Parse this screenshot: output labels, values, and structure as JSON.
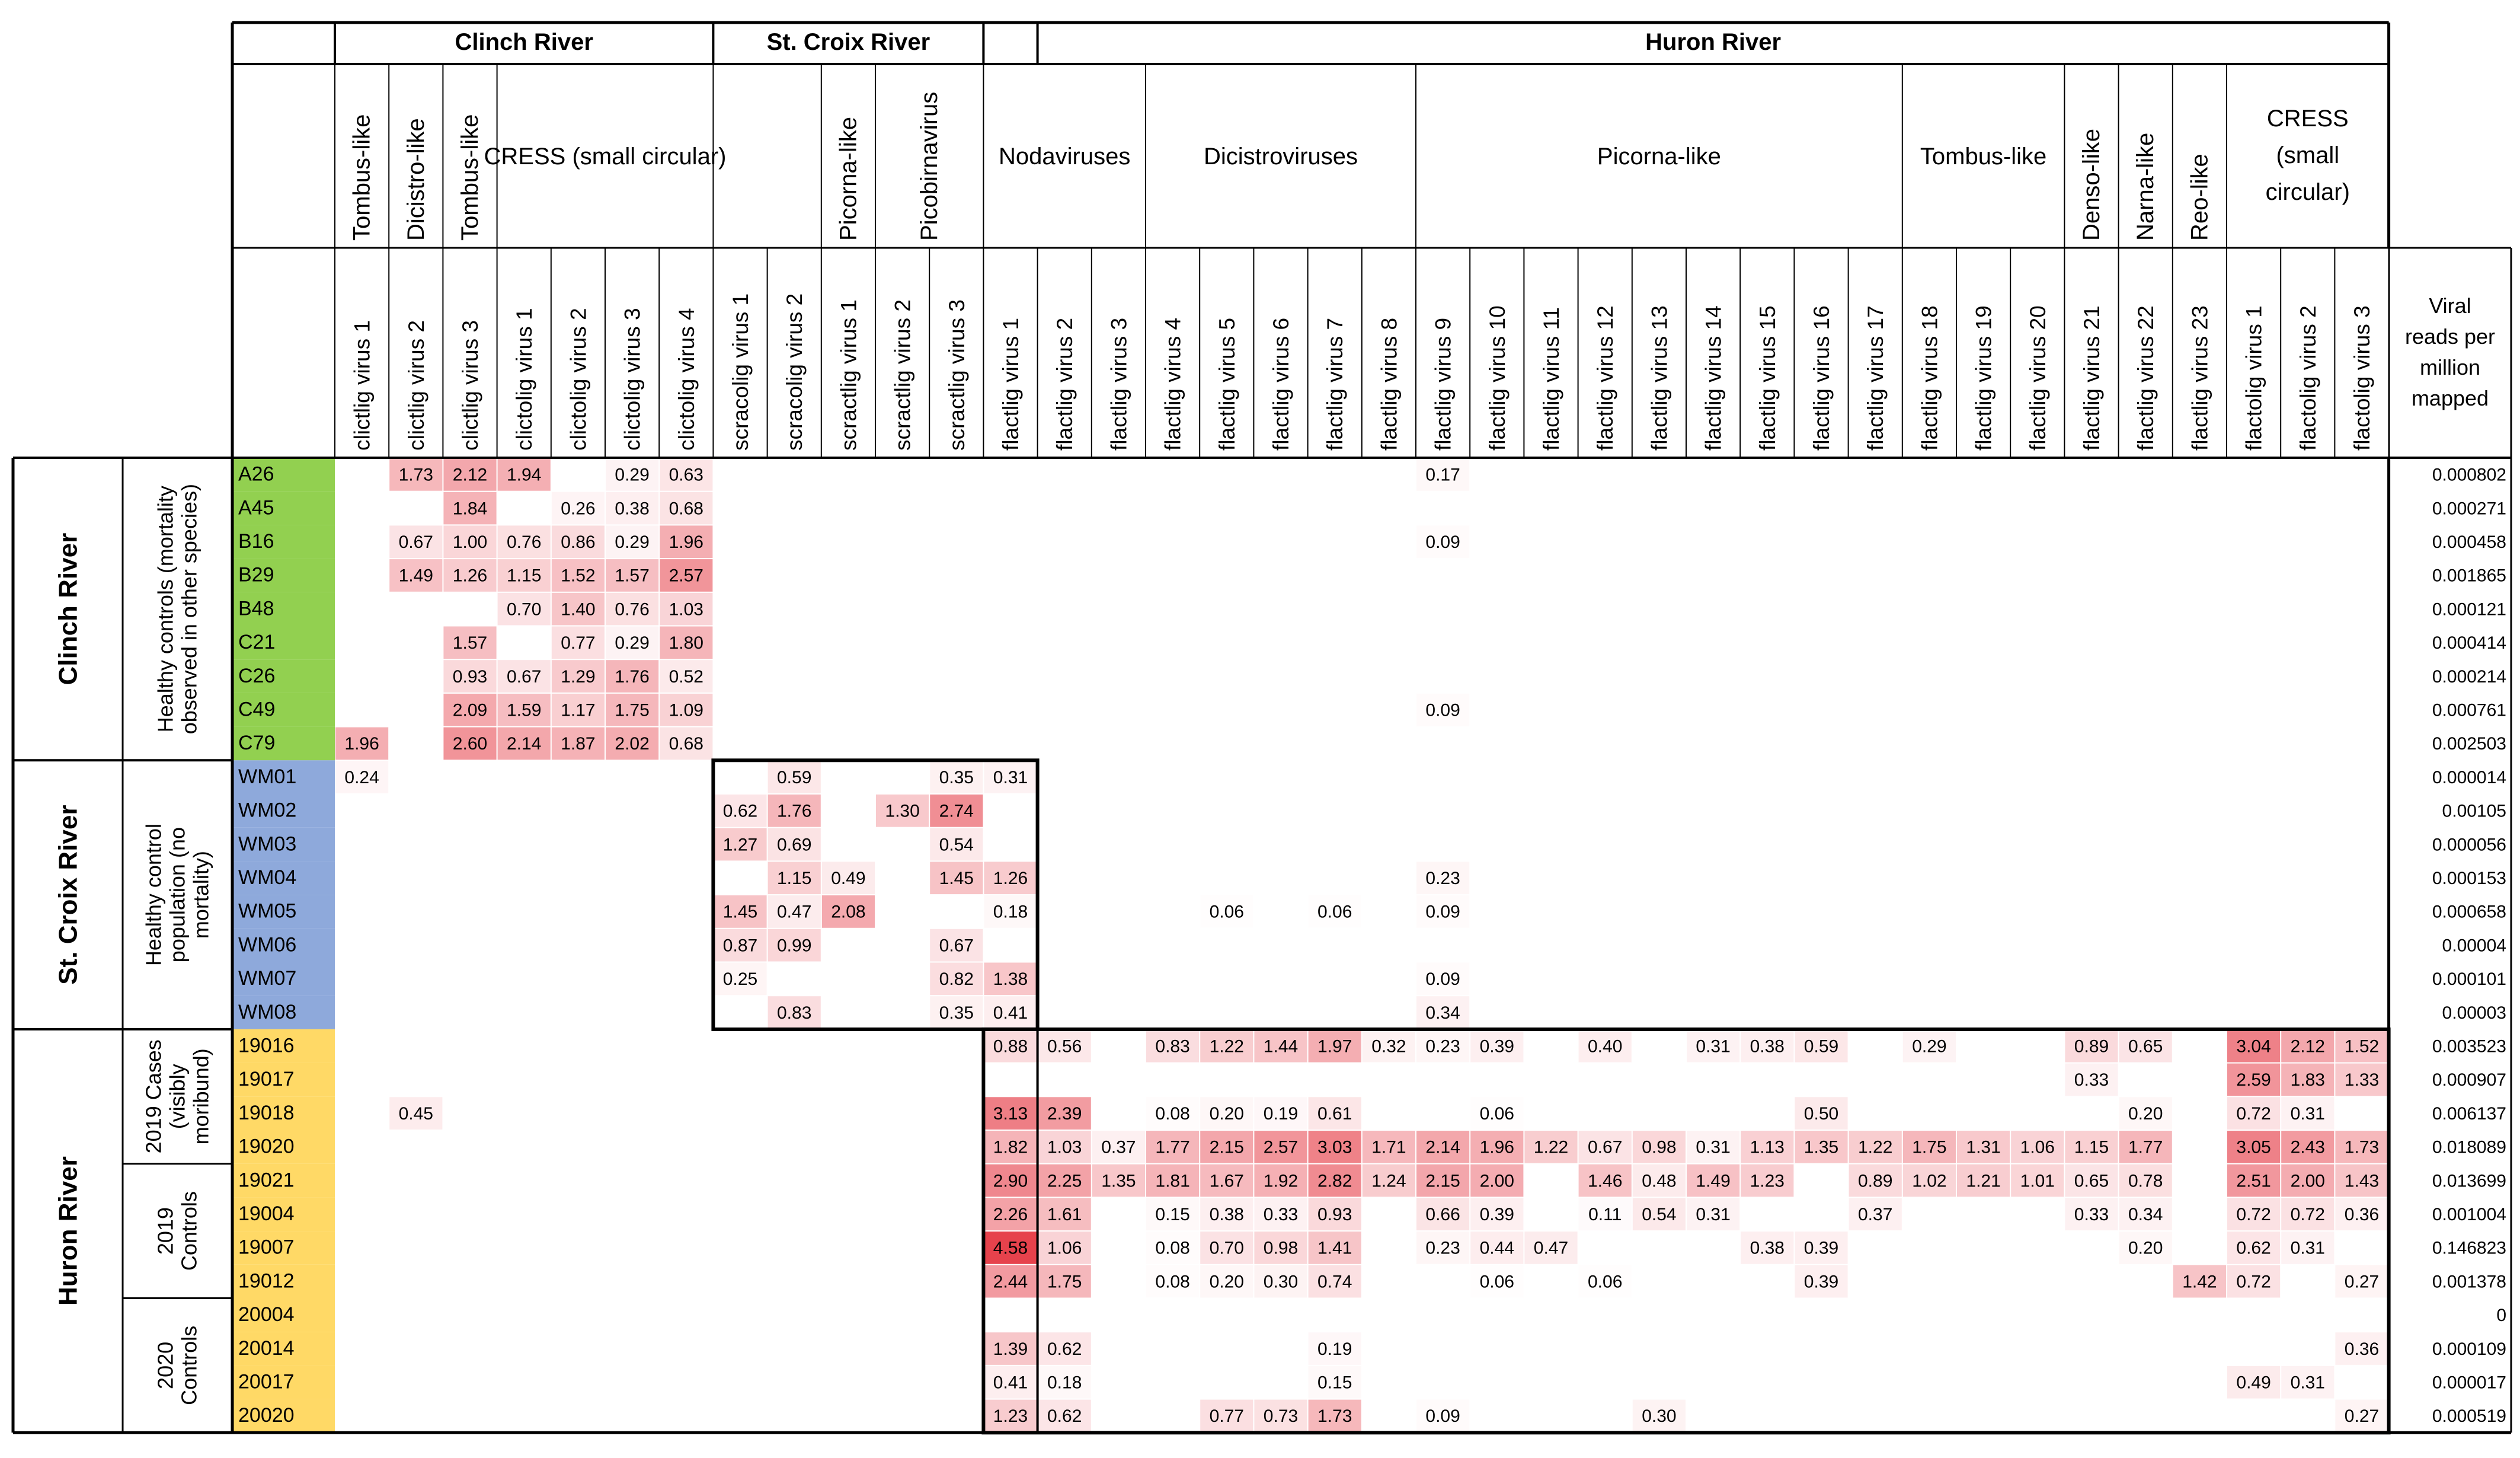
{
  "chart_data": {
    "type": "heatmap",
    "header_top": [
      {
        "label": "Clinch River",
        "c0": 0,
        "c1": 7
      },
      {
        "label": "St. Croix River",
        "c0": 7,
        "c1": 12
      },
      {
        "label": "",
        "c0": 12,
        "c1": 13
      },
      {
        "label": "Huron River",
        "c0": 13,
        "c1": 38
      }
    ],
    "header_groups": [
      {
        "label": "Tombus-like",
        "c0": 0,
        "c1": 1,
        "vertical": true
      },
      {
        "label": "Dicistro-like",
        "c0": 1,
        "c1": 2,
        "vertical": true
      },
      {
        "label": "Tombus-like",
        "c0": 2,
        "c1": 3,
        "vertical": true
      },
      {
        "label": "CRESS (small circular)",
        "c0": 3,
        "c1": 7,
        "vertical": false
      },
      {
        "label": "",
        "c0": 7,
        "c1": 9,
        "vertical": false
      },
      {
        "label": "Picorna-like",
        "c0": 9,
        "c1": 10,
        "vertical": true
      },
      {
        "label": "Picobirnavirus",
        "c0": 10,
        "c1": 12,
        "vertical": true
      },
      {
        "label": "Nodaviruses",
        "c0": 12,
        "c1": 15,
        "vertical": false
      },
      {
        "label": "Dicistroviruses",
        "c0": 15,
        "c1": 20,
        "vertical": false
      },
      {
        "label": "Picorna-like",
        "c0": 20,
        "c1": 29,
        "vertical": false
      },
      {
        "label": "Tombus-like",
        "c0": 29,
        "c1": 32,
        "vertical": false
      },
      {
        "label": "Denso-like",
        "c0": 32,
        "c1": 33,
        "vertical": true
      },
      {
        "label": "Narna-like",
        "c0": 33,
        "c1": 34,
        "vertical": true
      },
      {
        "label": "Reo-like",
        "c0": 34,
        "c1": 35,
        "vertical": true
      },
      {
        "label": "CRESS (small circular)",
        "c0": 35,
        "c1": 38,
        "vertical": false,
        "wrap": [
          "CRESS",
          "(small",
          "circular)"
        ]
      }
    ],
    "columns": [
      "clictlig virus 1",
      "clictlig virus 2",
      "clictlig virus 3",
      "clictolig virus 1",
      "clictolig virus 2",
      "clictolig virus 3",
      "clictolig virus 4",
      "scracolig virus 1",
      "scracolig virus 2",
      "scractlig virus 1",
      "scractlig virus 2",
      "scractlig virus 3",
      "flactlig virus 1",
      "flactlig virus 2",
      "flactlig virus 3",
      "flactlig virus 4",
      "flactlig virus 5",
      "flactlig virus 6",
      "flactlig virus 7",
      "flactlig virus 8",
      "flactlig virus 9",
      "flactlig virus 10",
      "flactlig virus 11",
      "flactlig virus 12",
      "flactlig virus 13",
      "flactlig virus 14",
      "flactlig virus 15",
      "flactlig virus 16",
      "flactlig virus 17",
      "flactlig virus 18",
      "flactlig virus 19",
      "flactlig virus 20",
      "flactlig virus 21",
      "flactlig virus 22",
      "flactlig virus 23",
      "flactolig virus 1",
      "flactolig virus 2",
      "flactolig virus 3"
    ],
    "reads_header": [
      "Viral",
      "reads per",
      "million",
      "mapped"
    ],
    "row_sites": [
      {
        "label": "Clinch River",
        "r0": 0,
        "r1": 9
      },
      {
        "label": "St. Croix River",
        "r0": 9,
        "r1": 17
      },
      {
        "label": "Huron River",
        "r0": 17,
        "r1": 29
      }
    ],
    "row_groups": [
      {
        "lines": [
          "Healthy controls (mortality",
          "observed in other species)"
        ],
        "r0": 0,
        "r1": 9
      },
      {
        "lines": [
          "Healthy control",
          "population (no",
          "mortality)"
        ],
        "r0": 9,
        "r1": 17
      },
      {
        "lines": [
          "2019 Cases",
          "(visibly",
          "moribund)"
        ],
        "r0": 17,
        "r1": 21
      },
      {
        "lines": [
          "2019",
          "Controls"
        ],
        "r0": 21,
        "r1": 25
      },
      {
        "lines": [
          "2020",
          "Controls"
        ],
        "r0": 25,
        "r1": 29
      }
    ],
    "sample_colors": {
      "clinch": "#92d050",
      "stcroix": "#8ea9db",
      "huron": "#ffd966"
    },
    "rows": [
      {
        "id": "A26",
        "group": "clinch",
        "reads": "0.000802",
        "cells": {
          "1": "1.73",
          "2": "2.12",
          "3": "1.94",
          "5": "0.29",
          "6": "0.63",
          "20": "0.17"
        }
      },
      {
        "id": "A45",
        "group": "clinch",
        "reads": "0.000271",
        "cells": {
          "2": "1.84",
          "4": "0.26",
          "5": "0.38",
          "6": "0.68"
        }
      },
      {
        "id": "B16",
        "group": "clinch",
        "reads": "0.000458",
        "cells": {
          "1": "0.67",
          "2": "1.00",
          "3": "0.76",
          "4": "0.86",
          "5": "0.29",
          "6": "1.96",
          "20": "0.09"
        }
      },
      {
        "id": "B29",
        "group": "clinch",
        "reads": "0.001865",
        "cells": {
          "1": "1.49",
          "2": "1.26",
          "3": "1.15",
          "4": "1.52",
          "5": "1.57",
          "6": "2.57"
        }
      },
      {
        "id": "B48",
        "group": "clinch",
        "reads": "0.000121",
        "cells": {
          "3": "0.70",
          "4": "1.40",
          "5": "0.76",
          "6": "1.03"
        }
      },
      {
        "id": "C21",
        "group": "clinch",
        "reads": "0.000414",
        "cells": {
          "2": "1.57",
          "4": "0.77",
          "5": "0.29",
          "6": "1.80"
        }
      },
      {
        "id": "C26",
        "group": "clinch",
        "reads": "0.000214",
        "cells": {
          "2": "0.93",
          "3": "0.67",
          "4": "1.29",
          "5": "1.76",
          "6": "0.52"
        }
      },
      {
        "id": "C49",
        "group": "clinch",
        "reads": "0.000761",
        "cells": {
          "2": "2.09",
          "3": "1.59",
          "4": "1.17",
          "5": "1.75",
          "6": "1.09",
          "20": "0.09"
        }
      },
      {
        "id": "C79",
        "group": "clinch",
        "reads": "0.002503",
        "cells": {
          "0": "1.96",
          "2": "2.60",
          "3": "2.14",
          "4": "1.87",
          "5": "2.02",
          "6": "0.68"
        }
      },
      {
        "id": "WM01",
        "group": "stcroix",
        "reads": "0.000014",
        "cells": {
          "0": "0.24",
          "8": "0.59",
          "11": "0.35",
          "12": "0.31"
        }
      },
      {
        "id": "WM02",
        "group": "stcroix",
        "reads": "0.00105",
        "cells": {
          "7": "0.62",
          "8": "1.76",
          "10": "1.30",
          "11": "2.74"
        }
      },
      {
        "id": "WM03",
        "group": "stcroix",
        "reads": "0.000056",
        "cells": {
          "7": "1.27",
          "8": "0.69",
          "11": "0.54"
        }
      },
      {
        "id": "WM04",
        "group": "stcroix",
        "reads": "0.000153",
        "cells": {
          "8": "1.15",
          "9": "0.49",
          "11": "1.45",
          "12": "1.26",
          "20": "0.23"
        }
      },
      {
        "id": "WM05",
        "group": "stcroix",
        "reads": "0.000658",
        "cells": {
          "7": "1.45",
          "8": "0.47",
          "9": "2.08",
          "12": "0.18",
          "16": "0.06",
          "18": "0.06",
          "20": "0.09"
        }
      },
      {
        "id": "WM06",
        "group": "stcroix",
        "reads": "0.00004",
        "cells": {
          "7": "0.87",
          "8": "0.99",
          "11": "0.67"
        }
      },
      {
        "id": "WM07",
        "group": "stcroix",
        "reads": "0.000101",
        "cells": {
          "7": "0.25",
          "11": "0.82",
          "12": "1.38",
          "20": "0.09"
        }
      },
      {
        "id": "WM08",
        "group": "stcroix",
        "reads": "0.00003",
        "cells": {
          "8": "0.83",
          "11": "0.35",
          "12": "0.41",
          "20": "0.34"
        }
      },
      {
        "id": "19016",
        "group": "huron",
        "reads": "0.003523",
        "cells": {
          "12": "0.88",
          "13": "0.56",
          "15": "0.83",
          "16": "1.22",
          "17": "1.44",
          "18": "1.97",
          "19": "0.32",
          "20": "0.23",
          "21": "0.39",
          "23": "0.40",
          "25": "0.31",
          "26": "0.38",
          "27": "0.59",
          "29": "0.29",
          "32": "0.89",
          "33": "0.65",
          "35": "3.04",
          "36": "2.12",
          "37": "1.52"
        }
      },
      {
        "id": "19017",
        "group": "huron",
        "reads": "0.000907",
        "cells": {
          "32": "0.33",
          "35": "2.59",
          "36": "1.83",
          "37": "1.33"
        }
      },
      {
        "id": "19018",
        "group": "huron",
        "reads": "0.006137",
        "cells": {
          "1": "0.45",
          "12": "3.13",
          "13": "2.39",
          "15": "0.08",
          "16": "0.20",
          "17": "0.19",
          "18": "0.61",
          "21": "0.06",
          "27": "0.50",
          "33": "0.20",
          "35": "0.72",
          "36": "0.31"
        }
      },
      {
        "id": "19020",
        "group": "huron",
        "reads": "0.018089",
        "cells": {
          "12": "1.82",
          "13": "1.03",
          "14": "0.37",
          "15": "1.77",
          "16": "2.15",
          "17": "2.57",
          "18": "3.03",
          "19": "1.71",
          "20": "2.14",
          "21": "1.96",
          "22": "1.22",
          "23": "0.67",
          "24": "0.98",
          "25": "0.31",
          "26": "1.13",
          "27": "1.35",
          "28": "1.22",
          "29": "1.75",
          "30": "1.31",
          "31": "1.06",
          "32": "1.15",
          "33": "1.77",
          "35": "3.05",
          "36": "2.43",
          "37": "1.73"
        }
      },
      {
        "id": "19021",
        "group": "huron",
        "reads": "0.013699",
        "cells": {
          "12": "2.90",
          "13": "2.25",
          "14": "1.35",
          "15": "1.81",
          "16": "1.67",
          "17": "1.92",
          "18": "2.82",
          "19": "1.24",
          "20": "2.15",
          "21": "2.00",
          "23": "1.46",
          "24": "0.48",
          "25": "1.49",
          "26": "1.23",
          "28": "0.89",
          "29": "1.02",
          "30": "1.21",
          "31": "1.01",
          "32": "0.65",
          "33": "0.78",
          "35": "2.51",
          "36": "2.00",
          "37": "1.43"
        }
      },
      {
        "id": "19004",
        "group": "huron",
        "reads": "0.001004",
        "cells": {
          "12": "2.26",
          "13": "1.61",
          "15": "0.15",
          "16": "0.38",
          "17": "0.33",
          "18": "0.93",
          "20": "0.66",
          "21": "0.39",
          "23": "0.11",
          "24": "0.54",
          "25": "0.31",
          "28": "0.37",
          "32": "0.33",
          "33": "0.34",
          "35": "0.72",
          "36": "0.72",
          "37": "0.36"
        }
      },
      {
        "id": "19007",
        "group": "huron",
        "reads": "0.146823",
        "cells": {
          "12": "4.58",
          "13": "1.06",
          "15": "0.08",
          "16": "0.70",
          "17": "0.98",
          "18": "1.41",
          "20": "0.23",
          "21": "0.44",
          "22": "0.47",
          "26": "0.38",
          "27": "0.39",
          "33": "0.20",
          "35": "0.62",
          "36": "0.31"
        }
      },
      {
        "id": "19012",
        "group": "huron",
        "reads": "0.001378",
        "cells": {
          "12": "2.44",
          "13": "1.75",
          "15": "0.08",
          "16": "0.20",
          "17": "0.30",
          "18": "0.74",
          "21": "0.06",
          "23": "0.06",
          "27": "0.39",
          "34": "1.42",
          "35": "0.72",
          "37": "0.27"
        }
      },
      {
        "id": "20004",
        "group": "huron",
        "reads": "0",
        "cells": {}
      },
      {
        "id": "20014",
        "group": "huron",
        "reads": "0.000109",
        "cells": {
          "12": "1.39",
          "13": "0.62",
          "18": "0.19",
          "37": "0.36"
        }
      },
      {
        "id": "20017",
        "group": "huron",
        "reads": "0.000017",
        "cells": {
          "12": "0.41",
          "13": "0.18",
          "18": "0.15",
          "35": "0.49",
          "36": "0.31"
        }
      },
      {
        "id": "20020",
        "group": "huron",
        "reads": "0.000519",
        "cells": {
          "12": "1.23",
          "13": "0.62",
          "16": "0.77",
          "17": "0.73",
          "18": "1.73",
          "20": "0.09",
          "24": "0.30",
          "37": "0.27"
        }
      }
    ]
  }
}
